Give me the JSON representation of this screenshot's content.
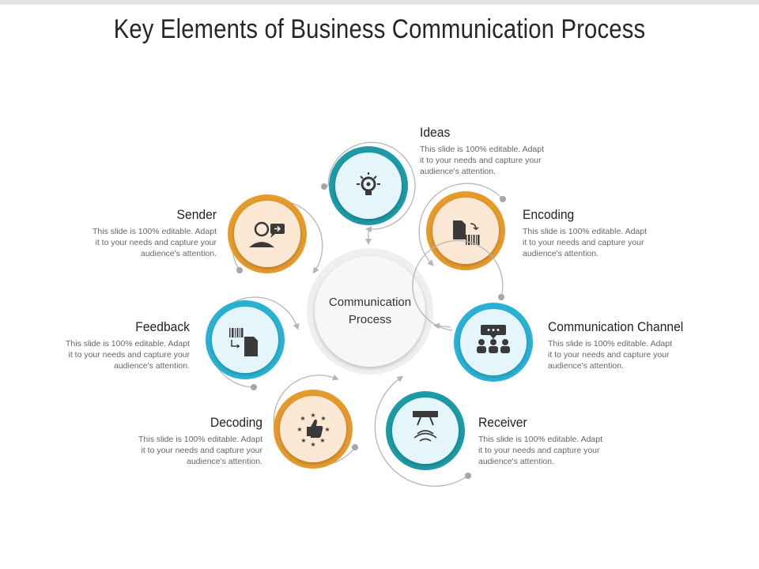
{
  "title": "Key Elements of Business Communication Process",
  "center": {
    "line1": "Communication",
    "line2": "Process"
  },
  "colors": {
    "teal": "#1d9aa6",
    "orange": "#e59a2c",
    "cyan": "#29b1d4",
    "peach_fill": "#fbe8d4",
    "aqua_fill": "#e4f6fb",
    "icon": "#3a3a3a",
    "arc": "#b5b5b5"
  },
  "nodes": [
    {
      "id": "ideas",
      "heading": "Ideas",
      "icon": "lightbulb-icon",
      "desc": [
        "This slide is 100% editable. Adapt",
        "it to your needs and capture your",
        "audience's attention."
      ]
    },
    {
      "id": "encoding",
      "heading": "Encoding",
      "icon": "document-barcode-icon",
      "desc": [
        "This slide is 100% editable. Adapt",
        "it to your needs and capture your",
        "audience's attention."
      ]
    },
    {
      "id": "channel",
      "heading": "Communication Channel",
      "icon": "group-chat-icon",
      "desc": [
        "This slide is 100% editable. Adapt",
        "it to your needs and capture your",
        "audience's attention."
      ]
    },
    {
      "id": "receiver",
      "heading": "Receiver",
      "icon": "signal-receiver-icon",
      "desc": [
        "This slide is 100% editable. Adapt",
        "it to your needs and capture your",
        "audience's attention."
      ]
    },
    {
      "id": "decoding",
      "heading": "Decoding",
      "icon": "thumbs-up-stars-icon",
      "desc": [
        "This slide is 100% editable. Adapt",
        "it to your needs and capture your",
        "audience's attention."
      ]
    },
    {
      "id": "feedback",
      "heading": "Feedback",
      "icon": "barcode-document-icon",
      "desc": [
        "This slide is 100% editable. Adapt",
        "it to your needs and capture your",
        "audience's attention."
      ]
    },
    {
      "id": "sender",
      "heading": "Sender",
      "icon": "person-message-icon",
      "desc": [
        "This slide is 100% editable. Adapt",
        "it to your needs and capture your",
        "audience's attention."
      ]
    }
  ]
}
